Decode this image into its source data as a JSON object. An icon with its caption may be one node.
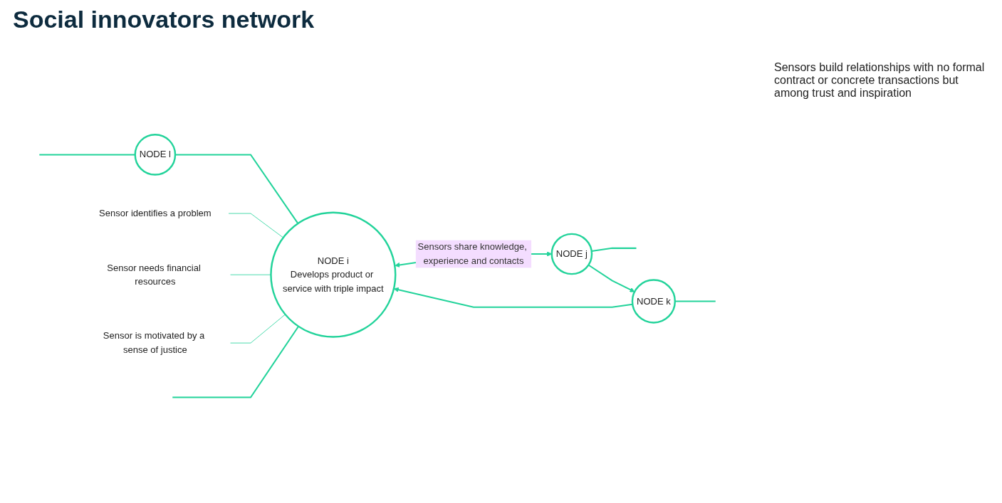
{
  "diagram": {
    "title": "Social innovators network",
    "nodes": [
      {
        "text": [
          "NODE l"
        ]
      },
      {
        "text": [
          "NODE i",
          "Develops product or service with triple impact"
        ]
      },
      {
        "text": [
          "NODE j"
        ]
      },
      {
        "text": [
          "NODE k"
        ]
      },
      {
        "text": [
          "Sensor identifies a problem"
        ]
      },
      {
        "text": [
          "Sensor needs financial resources"
        ]
      },
      {
        "text": [
          "Sensor is motivated by a sense of justice"
        ]
      }
    ],
    "edges": [
      {
        "from": null,
        "to": 0,
        "arrow": "none"
      },
      {
        "from": 0,
        "to": 1,
        "arrow": "none"
      },
      {
        "from": null,
        "to": 1,
        "arrow": "none"
      },
      {
        "from": 1,
        "to": 2,
        "arrow": "both",
        "label": "Sensors share knowledge, experience and contacts"
      },
      {
        "from": 2,
        "to": null,
        "arrow": "none"
      },
      {
        "from": 2,
        "to": 3,
        "arrow": "to"
      },
      {
        "from": 3,
        "to": 1,
        "arrow": "to"
      },
      {
        "from": 3,
        "to": null,
        "arrow": "none"
      },
      {
        "from": 4,
        "to": 1,
        "arrow": "none"
      },
      {
        "from": 5,
        "to": 1,
        "arrow": "none"
      },
      {
        "from": 6,
        "to": 1,
        "arrow": "none"
      }
    ],
    "labels": [
      "Sensors build relationships with no formal contract or concrete transactions but among trust and inspiration"
    ]
  }
}
